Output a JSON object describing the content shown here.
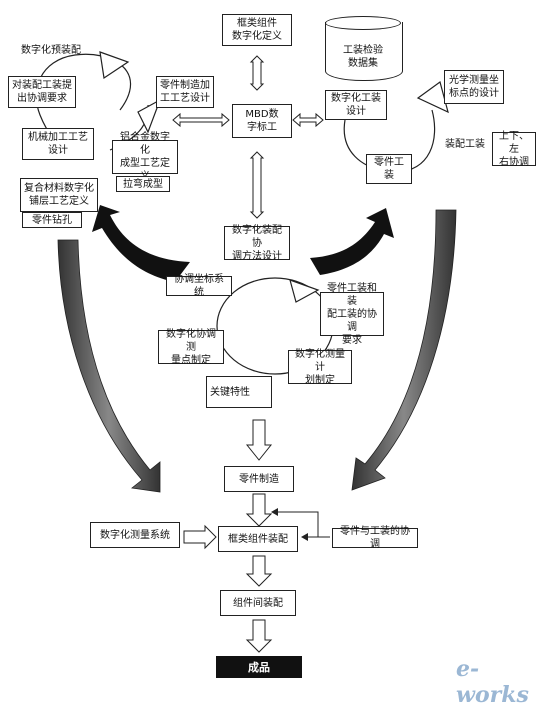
{
  "nodes": {
    "frame_component": "框类组件\n数字化定义",
    "mbd": "MBD数\n字标工",
    "tooling_db": "工装检验\n数据集",
    "digital_tooling": "数字化工装\n设计",
    "optical_points": "光学测量坐\n标点的设计",
    "assembly_tooling": "装配工装",
    "coord_ul": "上下、左\n右协调",
    "part_tooling": "零件工装",
    "digital_preassembly": "数字化预装配",
    "assembly_req": "对装配工装提\n出协调要求",
    "part_process": "零件制造加\n工工艺设计",
    "machining": "机械加工工艺\n设计",
    "aluminum": "铝合金数字化\n成型工艺定义",
    "stretch": "拉弯成型",
    "composite": "复合材料数字化\n铺层工艺定义",
    "drilling": "零件钻孔",
    "coord_method": "数字化装配协\n调方法设计",
    "coord_system": "协调坐标系统",
    "tooling_req": "零件工装和装\n配工装的协调\n要求",
    "measure_points": "数字化协调测\n量点制定",
    "measure_plan": "数字化测量计\n划制定",
    "key_feature": "关键特性",
    "part_mfg": "零件制造",
    "measure_system": "数字化测量系统",
    "frame_assembly": "框类组件装配",
    "part_tool_coord": "零件与工装的协调",
    "inter_assembly": "组件间装配",
    "final_product": "成品"
  },
  "watermark": "e-works",
  "colors": {
    "line": "#222222",
    "band": "#555555",
    "watermark": "#9bb7d4"
  }
}
